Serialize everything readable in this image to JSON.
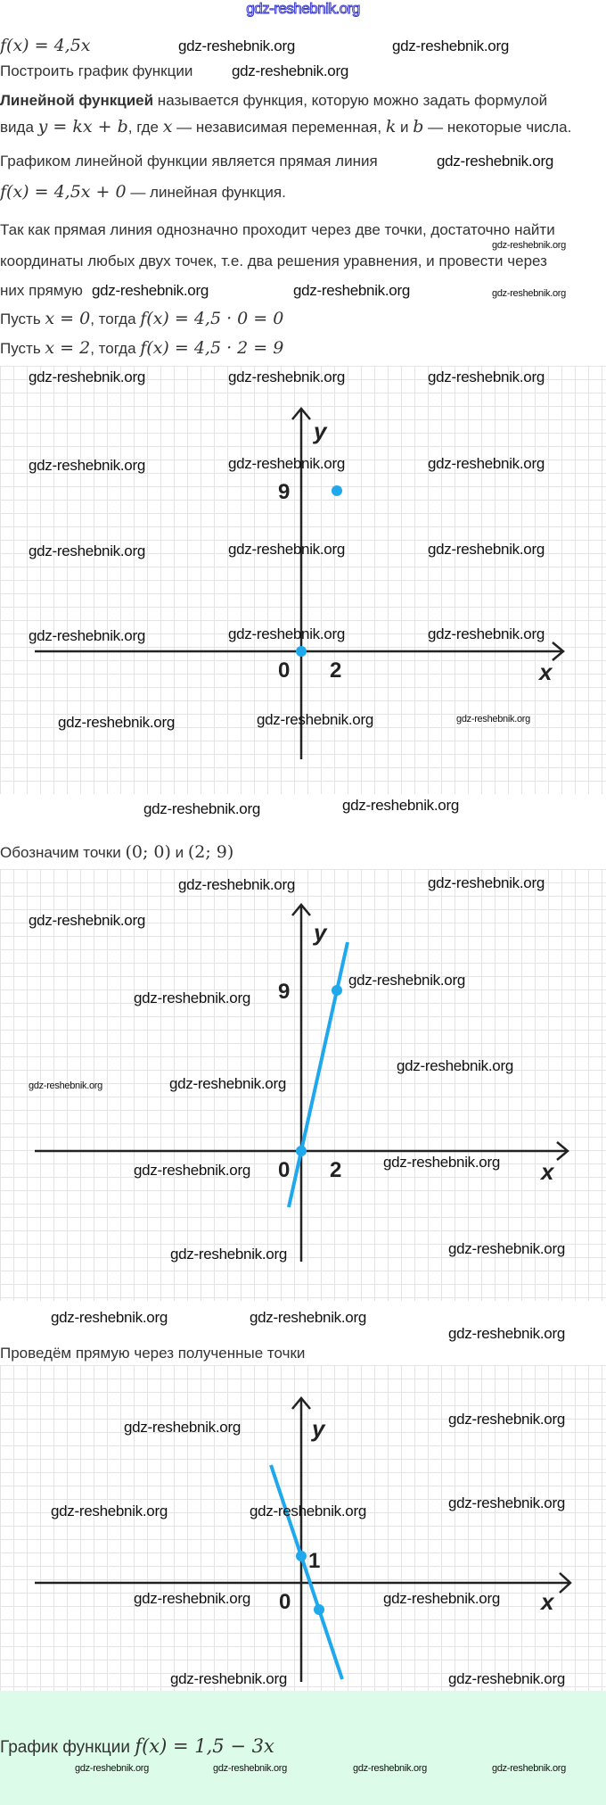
{
  "watermark": "gdz-reshebnik.org",
  "header": {
    "site": "gdz-reshebnik.org"
  },
  "content": {
    "formula_title": "f(x) = 4,5x",
    "task": "Построить график функции",
    "def_bold": "Линейной функцией",
    "def_rest": " называется функция, которую можно задать формулой",
    "def_line2_a": "вида ",
    "def_line2_math1": "y = kx + b",
    "def_line2_b": ", где ",
    "def_line2_math2": "x",
    "def_line2_c": " — независимая переменная, ",
    "def_line2_math3": "k",
    "def_line2_d": " и ",
    "def_line2_math4": "b",
    "def_line2_e": " — некоторые числа.",
    "graph_is_line": "Графиком линейной функции является прямая линия",
    "linear_math": "f(x) = 4,5x + 0",
    "linear_text": " — линейная функция.",
    "two_points_1": "Так как прямая линия однозначно проходит через две точки, достаточно найти",
    "two_points_2": "координаты любых двух точек, т.е. два решения уравнения, и провести через",
    "two_points_3": "них прямую",
    "let1_a": "Пусть ",
    "let1_math1": "x = 0",
    "let1_b": ", тогда ",
    "let1_math2": "f(x) = 4,5 · 0 = 0",
    "let2_a": "Пусть ",
    "let2_math1": "x = 2",
    "let2_b": ", тогда ",
    "let2_math2": "f(x) = 4,5 · 2 = 9",
    "mark_points_text": "Обозначим точки ",
    "mark_points_math1": "(0;  0)",
    "mark_points_and": " и ",
    "mark_points_math2": "(2; 9)",
    "draw_line_text": "Проведём прямую через полученные точки"
  },
  "graphs": [
    {
      "axis_x": "x",
      "axis_y": "y",
      "labels": {
        "origin": "0",
        "x_tick": "2",
        "y_tick": "9"
      },
      "points": [
        [
          0,
          0
        ],
        [
          2,
          9
        ]
      ],
      "line": null,
      "color": "#1fa8ec"
    },
    {
      "axis_x": "x",
      "axis_y": "y",
      "labels": {
        "origin": "0",
        "x_tick": "2",
        "y_tick": "9"
      },
      "points": [
        [
          0,
          0
        ],
        [
          2,
          9
        ]
      ],
      "line": {
        "slope": 4.5,
        "intercept": 0
      },
      "color": "#1fa8ec"
    },
    {
      "axis_x": "x",
      "axis_y": "y",
      "labels": {
        "origin": "0",
        "y_tick": "1"
      },
      "points": [
        [
          0,
          1.5
        ],
        [
          1,
          -1.5
        ]
      ],
      "line": {
        "slope": -3,
        "intercept": 1.5
      },
      "color": "#1fa8ec"
    }
  ],
  "footer": {
    "text": "График функции ",
    "math": "f(x) = 1,5 − 3x"
  }
}
